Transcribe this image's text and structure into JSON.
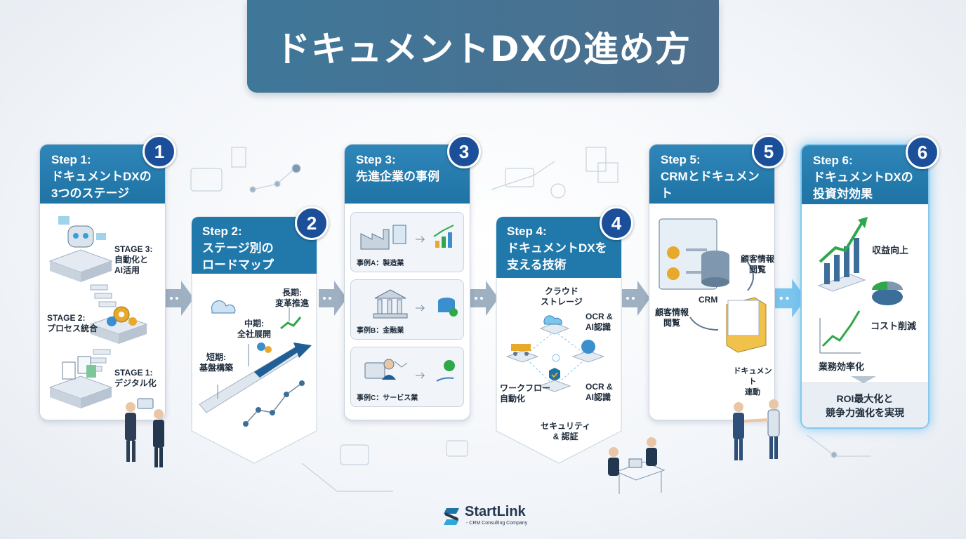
{
  "title": "ドキュメントDXの進め方",
  "steps": [
    {
      "num": "1",
      "step": "Step 1:",
      "title_lines": [
        "ドキュメントDXの",
        "3つのステージ"
      ],
      "labels": [
        "STAGE 3:\n自動化と\nAI活用",
        "STAGE 2:\nプロセス統合",
        "STAGE 1:\nデジタル化"
      ]
    },
    {
      "num": "2",
      "step": "Step 2:",
      "title_lines": [
        "ステージ別の",
        "ロードマップ"
      ],
      "labels": [
        "長期:\n変革推進",
        "中期:\n全社展開",
        "短期:\n基盤構築"
      ]
    },
    {
      "num": "3",
      "step": "Step 3:",
      "title_lines": [
        "先進企業の事例"
      ],
      "labels": [
        "事例A：製造業",
        "事例B：金融業",
        "事例C：サービス業"
      ]
    },
    {
      "num": "4",
      "step": "Step 4:",
      "title_lines": [
        "ドキュメントDXを",
        "支える技術"
      ],
      "labels": [
        "クラウド\nストレージ",
        "OCR &\nAI認識",
        "ワークフロー\n自動化",
        "OCR &\nAI認識",
        "セキュリティ\n& 認証"
      ]
    },
    {
      "num": "5",
      "step": "Step 5:",
      "title_lines": [
        "CRMとドキュメント",
        "DXの統合"
      ],
      "labels": [
        "顧客情報\n閲覧",
        "CRM",
        "顧客情報\n閲覧",
        "ドキュメント\n連動"
      ]
    },
    {
      "num": "6",
      "step": "Step 6:",
      "title_lines": [
        "ドキュメントDXの",
        "投資対効果"
      ],
      "labels": [
        "収益向上",
        "コスト削減",
        "業務効率化"
      ],
      "roi": "ROI最大化と\n競争力強化を実現"
    }
  ],
  "logo": {
    "name": "StartLink",
    "tagline": "- CRM Consulting Company"
  },
  "colors": {
    "header": "#1f73a5",
    "badge": "#1b4f9a",
    "title_bar": "#45728f",
    "accent_green": "#2ea84a"
  }
}
